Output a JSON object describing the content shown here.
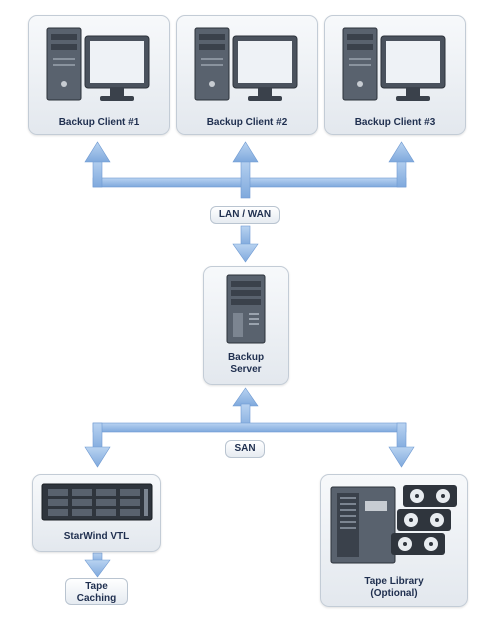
{
  "clients": [
    {
      "label": "Backup Client #1"
    },
    {
      "label": "Backup Client #2"
    },
    {
      "label": "Backup Client #3"
    }
  ],
  "network": {
    "label": "LAN / WAN"
  },
  "server": {
    "line1": "Backup",
    "line2": "Server"
  },
  "san": {
    "label": "SAN"
  },
  "vtl": {
    "label": "StarWind VTL"
  },
  "caching": {
    "line1": "Tape",
    "line2": "Caching"
  },
  "tape_library": {
    "line1": "Tape Library",
    "line2": "(Optional)"
  },
  "colors": {
    "arrow": "#8ab2e3",
    "label_text": "#1f2f4f",
    "card_border": "#c3ccd6"
  }
}
